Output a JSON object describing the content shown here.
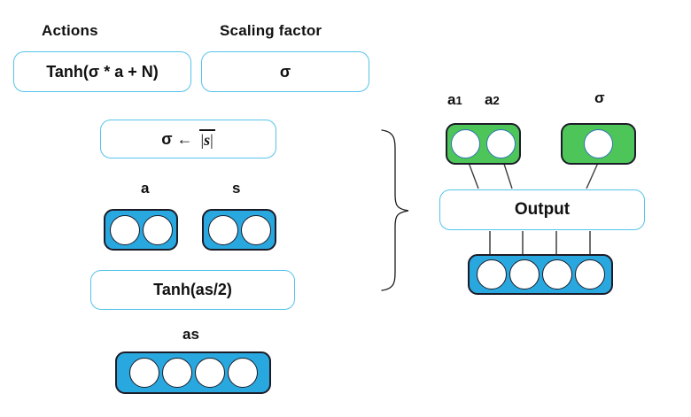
{
  "colors": {
    "node_blue": "#29a8df",
    "node_green": "#4ec558",
    "outline_blue": "#56c3ea",
    "node_border": "#1c1c28",
    "green_circle_border": "#2e75b6",
    "connector": "#3d3d3d",
    "text": "#111111"
  },
  "left": {
    "actions_heading": "Actions",
    "actions_box": "Tanh(σ * a + N)",
    "scaling_heading": "Scaling factor",
    "scaling_box": "σ",
    "sigma_assign_prefix": "σ ←",
    "sigma_assign_abs_open": "|",
    "sigma_assign_s": "s",
    "sigma_assign_abs_close": "|",
    "a_label": "a",
    "s_label": "s",
    "tanh_box": "Tanh(as/2)",
    "as_label": "as",
    "nodes": {
      "a_units": 2,
      "s_units": 2,
      "as_units": 4
    }
  },
  "right": {
    "a1_base": "a",
    "a1_sub": "1",
    "a2_base": "a",
    "a2_sub": "2",
    "sigma_label": "σ",
    "output_box": "Output",
    "nodes": {
      "actions_units": 2,
      "sigma_units": 1,
      "hidden_units": 4
    }
  }
}
